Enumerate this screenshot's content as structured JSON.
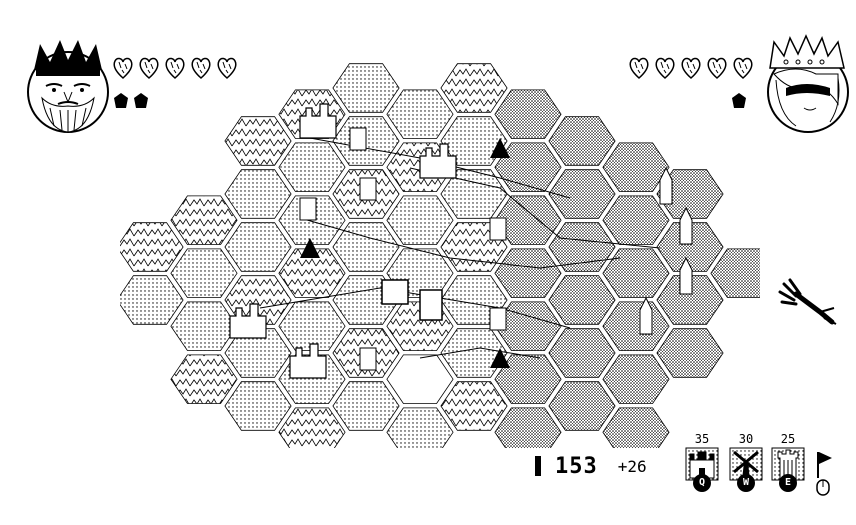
{
  "player_left": {
    "hearts": 5,
    "gems": 2
  },
  "player_right": {
    "hearts": 5,
    "gems": 1
  },
  "resources": {
    "gold": "153",
    "income": "+26"
  },
  "build_options": [
    {
      "cost": "35",
      "key": "Q",
      "icon": "barracks-icon"
    },
    {
      "cost": "30",
      "key": "W",
      "icon": "windmill-icon"
    },
    {
      "cost": "25",
      "key": "E",
      "icon": "tower-icon"
    }
  ],
  "end_turn": {
    "icon": "flag-icon",
    "key_icon": "mouse-icon"
  },
  "colors": {
    "ink": "#000000",
    "paper": "#ffffff"
  }
}
